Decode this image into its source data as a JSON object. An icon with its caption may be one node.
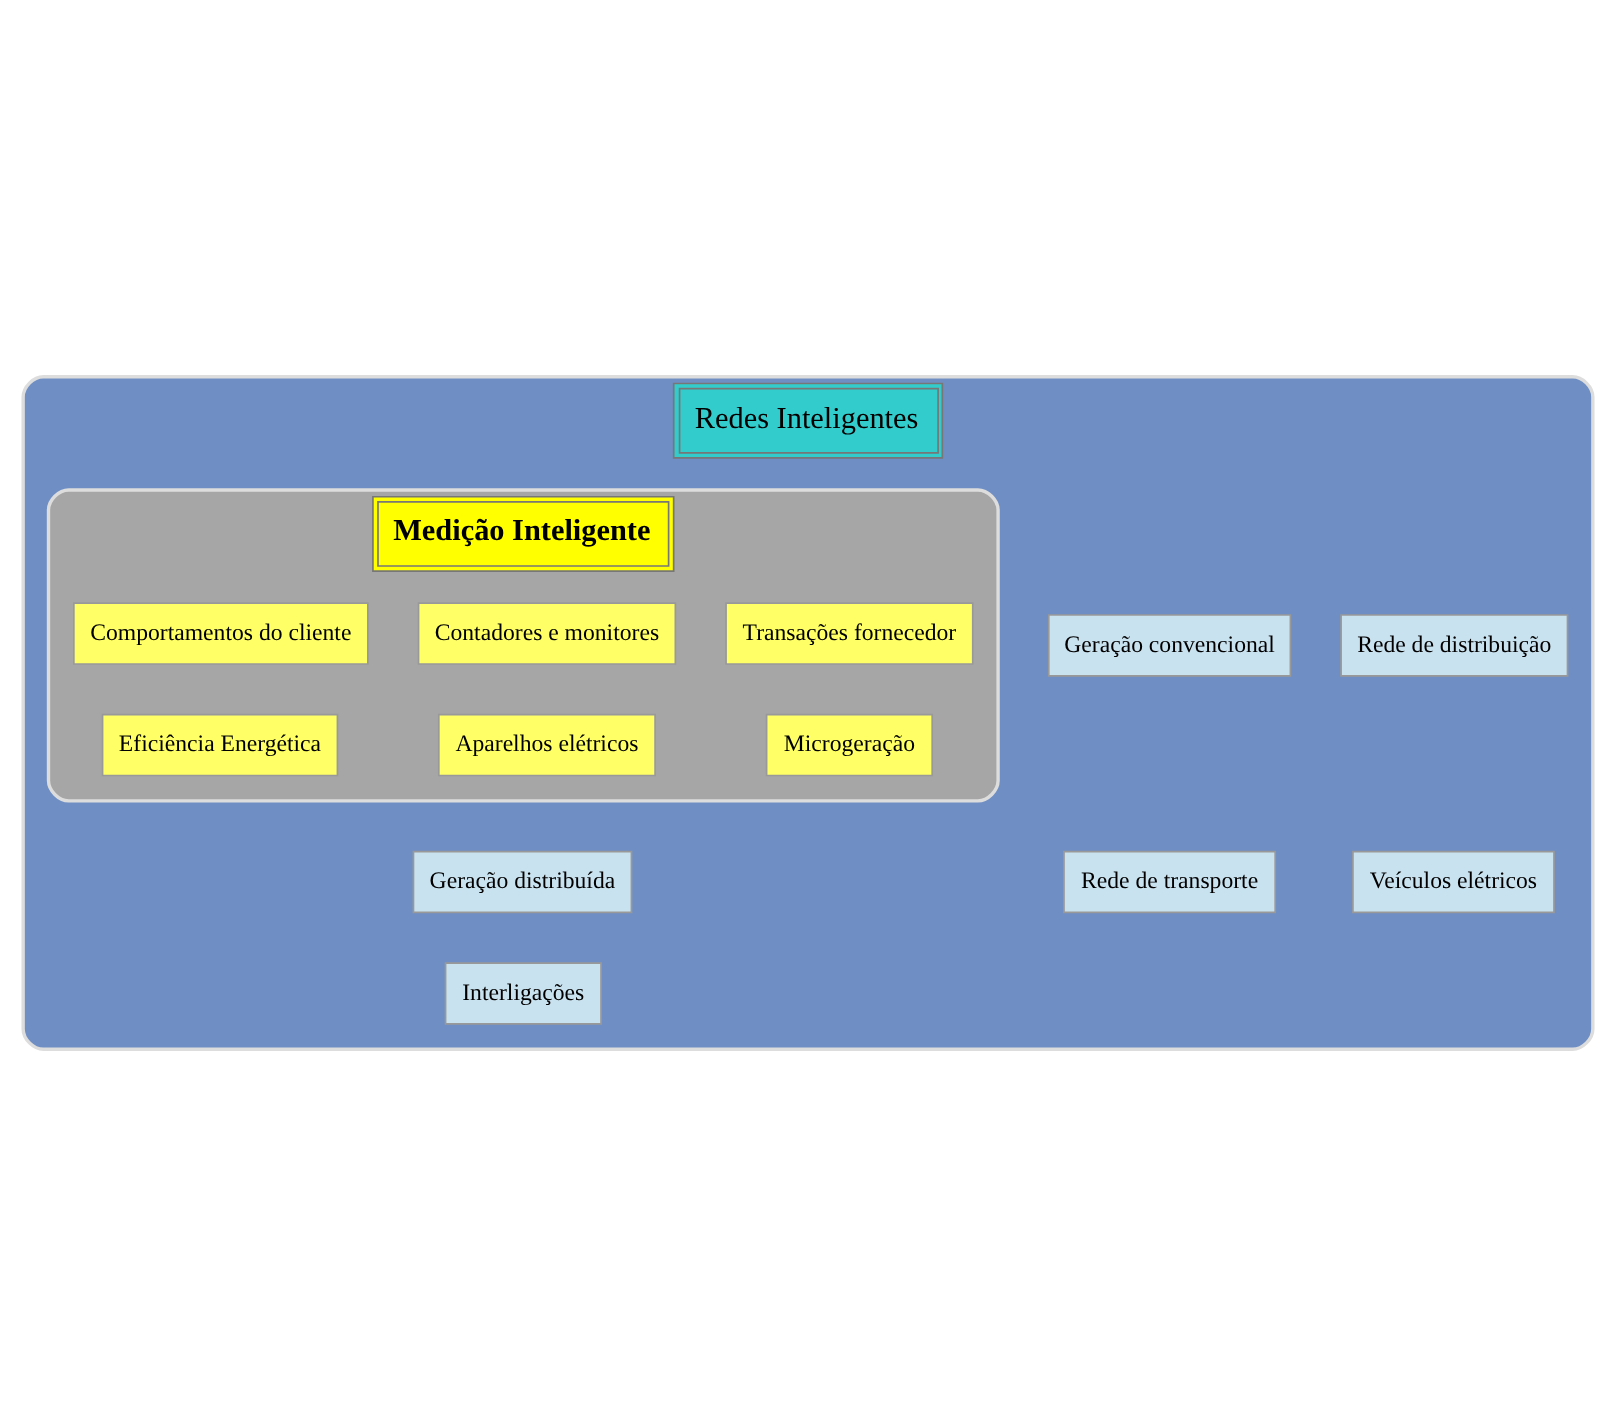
{
  "diagram": {
    "nodes": [
      {
        "text": [
          "Redes Inteligentes"
        ]
      },
      {
        "text": [
          "Rede de transporte"
        ],
        "in": 0
      },
      {
        "text": [
          "Geração convencional"
        ],
        "in": 0
      },
      {
        "text": [
          "Interligações"
        ],
        "in": 0
      },
      {
        "text": [
          "Rede de distribuição"
        ],
        "in": 0
      },
      {
        "text": [
          "Geração distribuída"
        ],
        "in": 0
      },
      {
        "text": [
          "Veículos elétricos"
        ],
        "in": 0
      },
      {
        "text": [
          "Medição Inteligente"
        ],
        "in": 0
      },
      {
        "text": [
          "Contadores e monitores"
        ],
        "in": 7
      },
      {
        "text": [
          "Transações fornecedor"
        ],
        "in": 7
      },
      {
        "text": [
          "Aparelhos elétricos"
        ],
        "in": 7
      },
      {
        "text": [
          "Eficiência Energética"
        ],
        "in": 7
      },
      {
        "text": [
          "Comportamentos do cliente"
        ],
        "in": 7
      },
      {
        "text": [
          "Microgeração"
        ],
        "in": 7
      }
    ],
    "edges": []
  }
}
